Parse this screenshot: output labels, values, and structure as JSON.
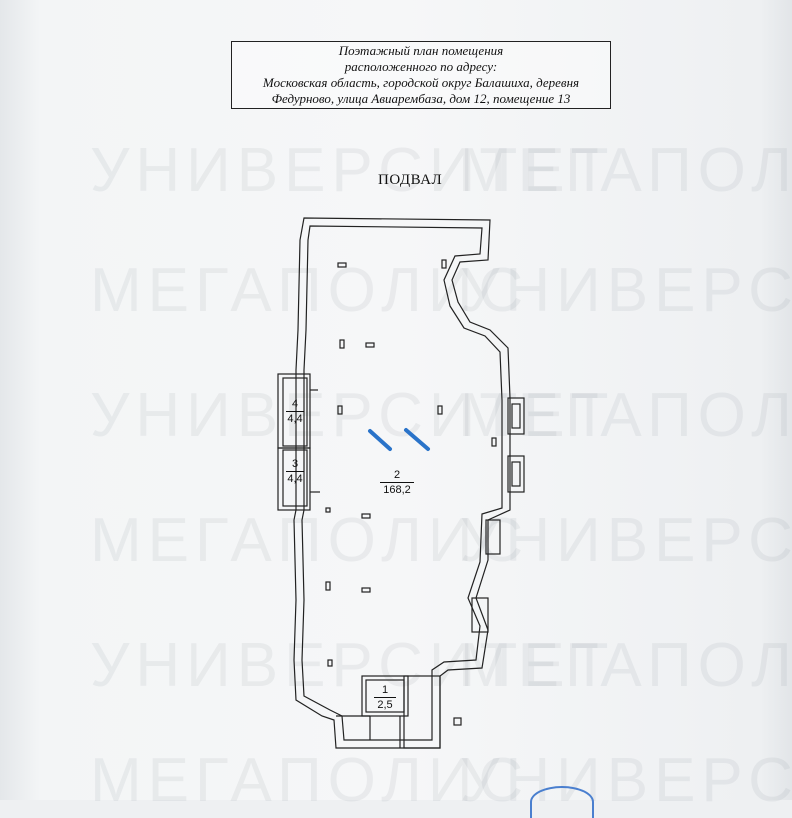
{
  "header": {
    "lines": [
      "Поэтажный план помещения",
      "расположенного по адресу:",
      "Московская область,  городской округ Балашиха, деревня",
      "Федурново, улица Авиарембаза, дом 12, помещение 13"
    ]
  },
  "floor_title": "ПОДВАЛ",
  "rooms": [
    {
      "num": "1",
      "area": "2,5"
    },
    {
      "num": "2",
      "area": "168,2"
    },
    {
      "num": "3",
      "area": "4,4"
    },
    {
      "num": "4",
      "area": "4,4"
    }
  ],
  "watermarks": [
    "УНИВЕРСИТЕТ",
    "МЕГАПОЛИС"
  ],
  "colors": {
    "mark_blue": "#2a73c9",
    "line": "#222222"
  }
}
